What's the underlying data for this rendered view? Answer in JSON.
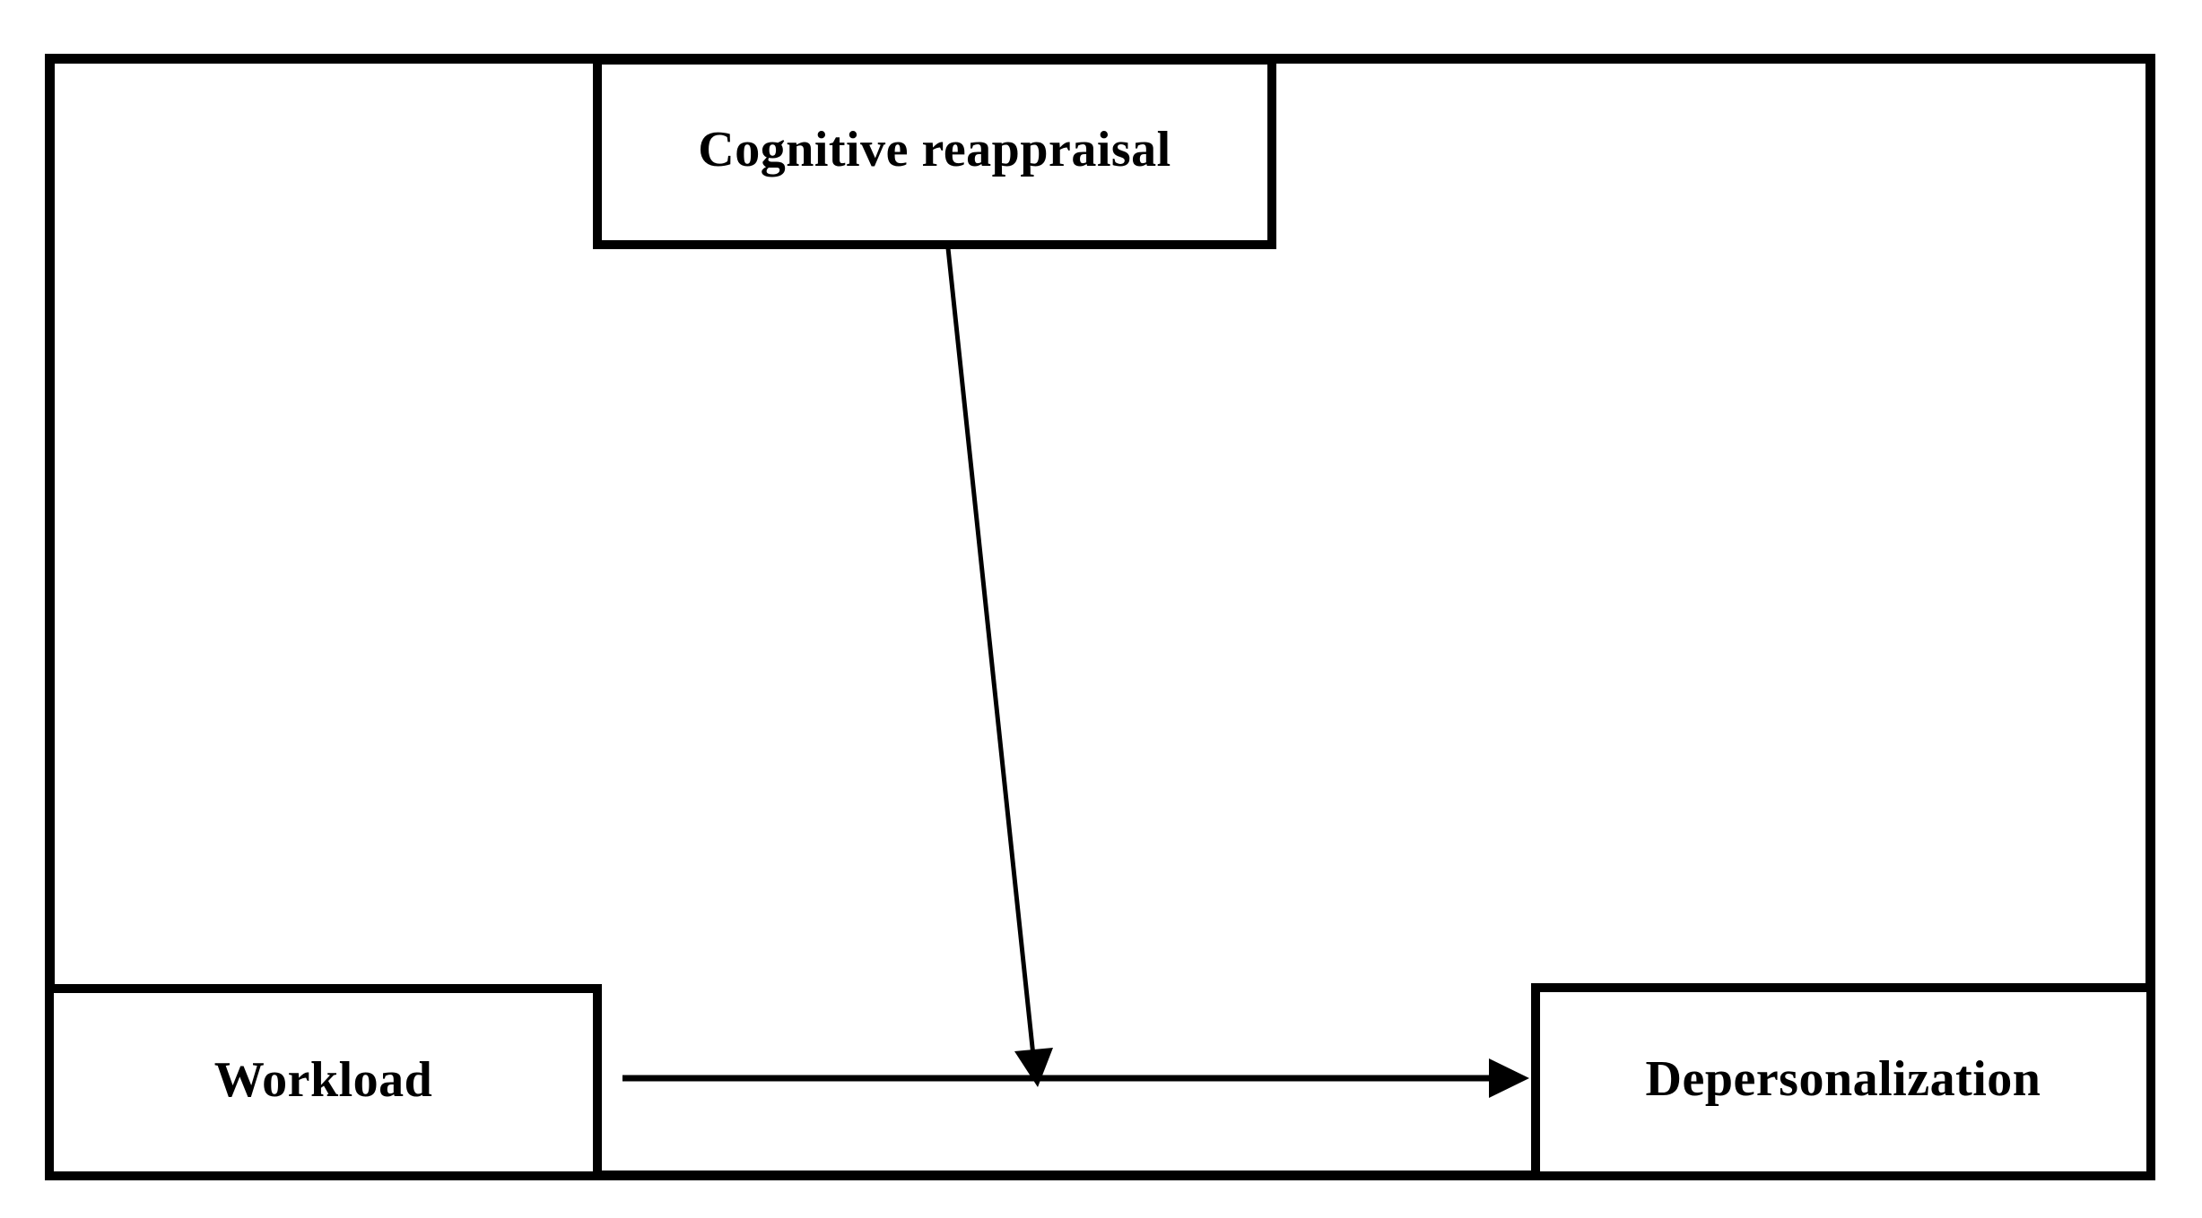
{
  "figure": {
    "background": "#ffffff",
    "ink": "#000000",
    "boxes": {
      "moderator": {
        "label": "Cognitive reappraisal"
      },
      "predictor": {
        "label": "Workload"
      },
      "outcome": {
        "label": "Depersonalization"
      }
    },
    "arrows": [
      {
        "name": "direct-effect-arrow",
        "from": "Workload",
        "to": "Depersonalization"
      },
      {
        "name": "moderation-arrow",
        "from": "Cognitive reappraisal",
        "to": "Workload-Depersonalization path"
      }
    ]
  }
}
